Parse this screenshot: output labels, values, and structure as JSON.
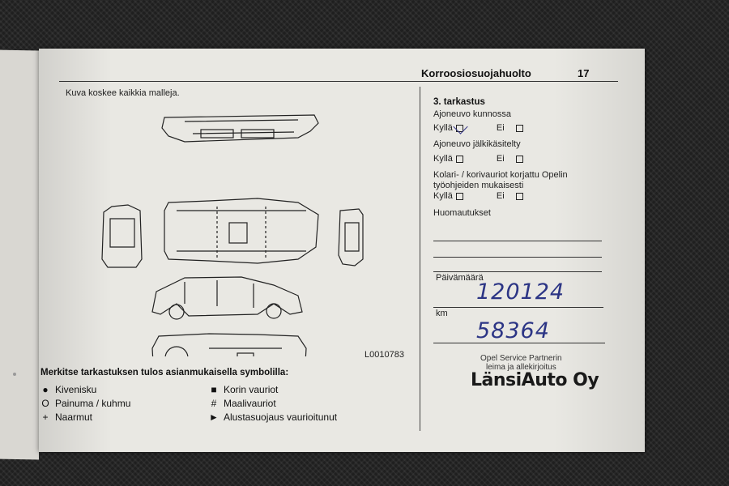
{
  "header": {
    "title": "Korroosiosuojahuolto",
    "page_number": "17"
  },
  "left": {
    "caption": "Kuva koskee kaikkia malleja.",
    "figure_code": "L0010783",
    "legend_title": "Merkitse tarkastuksen tulos asianmukaisella symbolilla:",
    "legend": [
      {
        "symbol": "●",
        "label": "Kivenisku"
      },
      {
        "symbol": "O",
        "label": "Painuma / kuhmu"
      },
      {
        "symbol": "+",
        "label": "Naarmut"
      },
      {
        "symbol": "■",
        "label": "Korin vauriot"
      },
      {
        "symbol": "#",
        "label": "Maalivauriot"
      },
      {
        "symbol": "►",
        "label": "Alustasuojaus vaurioitunut"
      }
    ]
  },
  "right": {
    "section_title": "3. tarkastus",
    "q1": {
      "label": "Ajoneuvo kunnossa",
      "yes": "Kyllä",
      "no": "Ei",
      "yes_checked": true
    },
    "q2": {
      "label": "Ajoneuvo jälkikäsitelty",
      "yes": "Kyllä",
      "no": "Ei"
    },
    "q3": {
      "label": "Kolari- / korivauriot korjattu Opelin työohjeiden mukaisesti",
      "yes": "Kyllä",
      "no": "Ei"
    },
    "remarks_label": "Huomautukset",
    "date_label": "Päivämäärä",
    "date_value": "120124",
    "km_label": "km",
    "km_value": "58364",
    "partner_line1": "Opel Service Partnerin",
    "partner_line2": "leima ja allekirjoitus",
    "dealer_stamp": "LänsiAuto Oy"
  }
}
